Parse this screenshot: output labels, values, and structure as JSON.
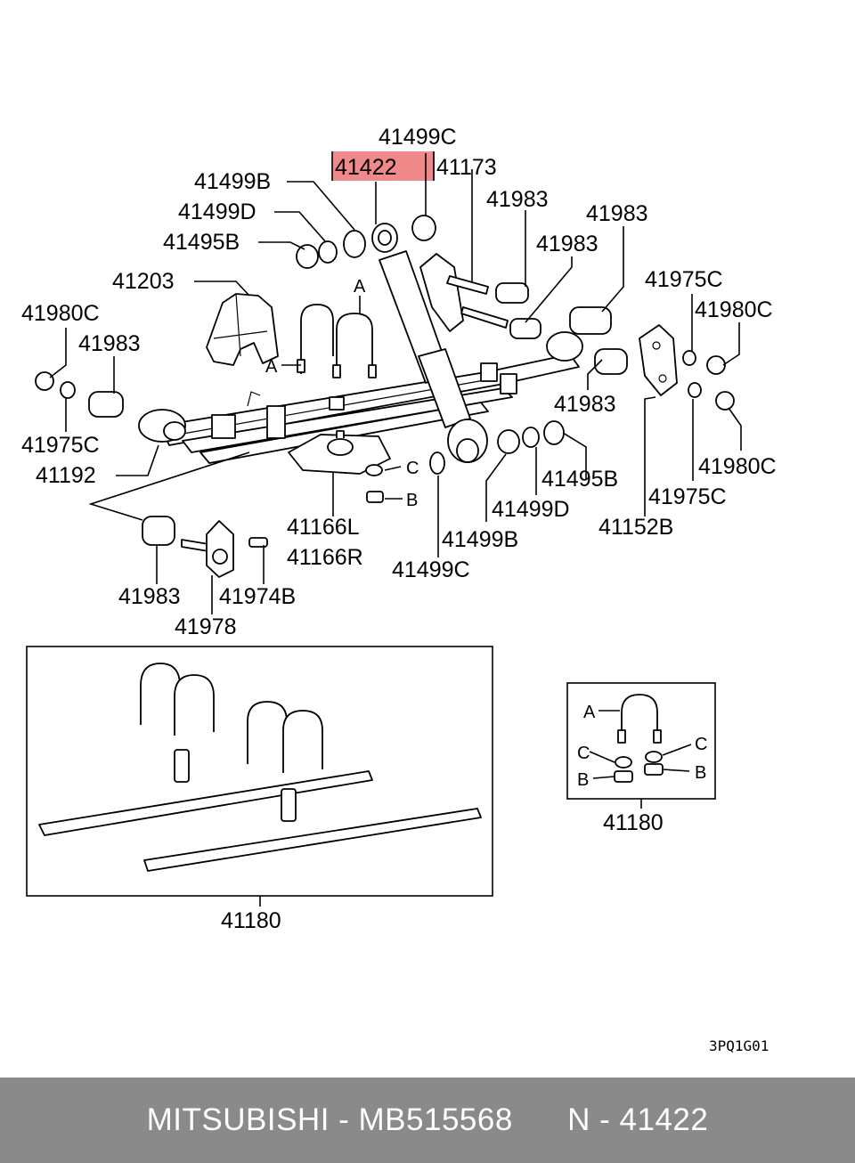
{
  "highlight_color": "#f08a8a",
  "labels": {
    "p41499c_top": "41499C",
    "p41422": "41422",
    "p41173": "41173",
    "p41499b_top": "41499B",
    "p41499d_top": "41499D",
    "p41495b_top": "41495B",
    "p41983_a": "41983",
    "p41983_b": "41983",
    "p41983_c": "41983",
    "p41203": "41203",
    "p41980c_left": "41980C",
    "p41983_left": "41983",
    "p41975c_left": "41975C",
    "p41192": "41192",
    "p41975c_right_top": "41975C",
    "p41980c_right_top": "41980C",
    "p41983_right": "41983",
    "p41166l": "41166L",
    "p41166r": "41166R",
    "p41495b_right": "41495B",
    "p41499d_right": "41499D",
    "p41499b_right": "41499B",
    "p41499c_bottom": "41499C",
    "p41152b": "41152B",
    "p41975c_right_bottom": "41975C",
    "p41980c_right_bottom": "41980C",
    "p41983_bottom": "41983",
    "p41974b": "41974B",
    "p41978": "41978",
    "p41180_left": "41180",
    "p41180_right": "41180",
    "ref_a_main": "A",
    "ref_a_box": "A",
    "ref_b_main": "B",
    "ref_c_main": "C",
    "ref_c_box_left": "C",
    "ref_c_box_right": "C",
    "ref_b_box_left": "B",
    "ref_b_box_right": "B",
    "ref_a_left": "A",
    "diagram_code": "3PQ1G01"
  },
  "footer": {
    "text": "MITSUBISHI - MB515568      N - 41422"
  }
}
